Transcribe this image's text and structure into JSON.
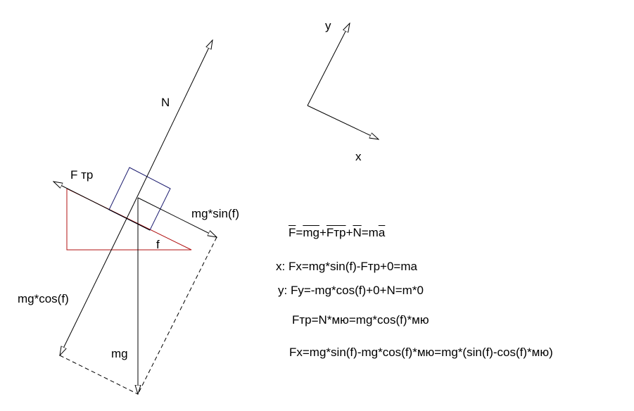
{
  "labels": {
    "normal": "N",
    "friction": "F тр",
    "mg_sin": "mg*sin(f)",
    "angle": "f",
    "mg_cos": "mg*cos(f)",
    "mg": "mg",
    "axis_y": "y",
    "axis_x": "x"
  },
  "equations": {
    "vector": [
      "F",
      "=",
      "mg",
      "+",
      "Fтр",
      "+",
      "N",
      "=m",
      "a"
    ],
    "x_eq": "x: Fx=mg*sin(f)-Fтр+0=ma",
    "y_eq": "y: Fy=-mg*cos(f)+0+N=m*0",
    "friction_eq": "Fтр=N*мю=mg*cos(f)*мю",
    "result_eq": "Fx=mg*sin(f)-mg*cos(f)*мю=mg*(sin(f)-cos(f)*мю)"
  },
  "colors": {
    "incline": "#b01010",
    "block": "#1a1a6e",
    "lines": "#000000"
  }
}
